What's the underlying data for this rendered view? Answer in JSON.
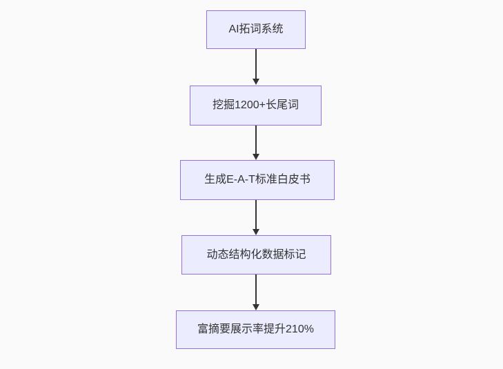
{
  "flowchart": {
    "direction": "top-down",
    "background_color": "#fafafa",
    "node_fill_color": "#ECECFF",
    "node_border_color": "#9370DB",
    "text_color": "#333333",
    "arrow_color": "#333333",
    "nodes": [
      {
        "label": "AI拓词系统"
      },
      {
        "label": "挖掘1200+长尾词"
      },
      {
        "label": "生成E-A-T标准白皮书"
      },
      {
        "label": "动态结构化数据标记"
      },
      {
        "label": "富摘要展示率提升210%"
      }
    ]
  }
}
